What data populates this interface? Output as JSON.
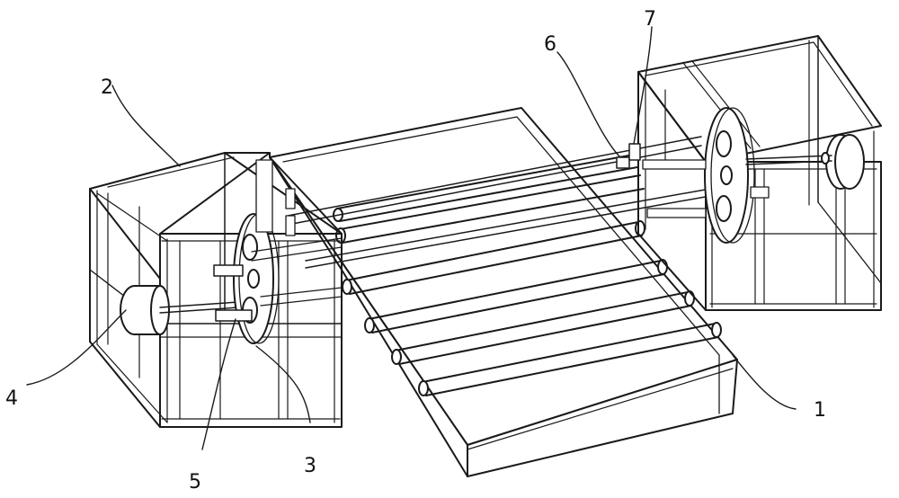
{
  "figure": {
    "callouts": [
      {
        "id": "c1",
        "text": "1"
      },
      {
        "id": "c2",
        "text": "2"
      },
      {
        "id": "c3",
        "text": "3"
      },
      {
        "id": "c4",
        "text": "4"
      },
      {
        "id": "c5",
        "text": "5"
      },
      {
        "id": "c6",
        "text": "6"
      },
      {
        "id": "c7",
        "text": "7"
      }
    ]
  }
}
